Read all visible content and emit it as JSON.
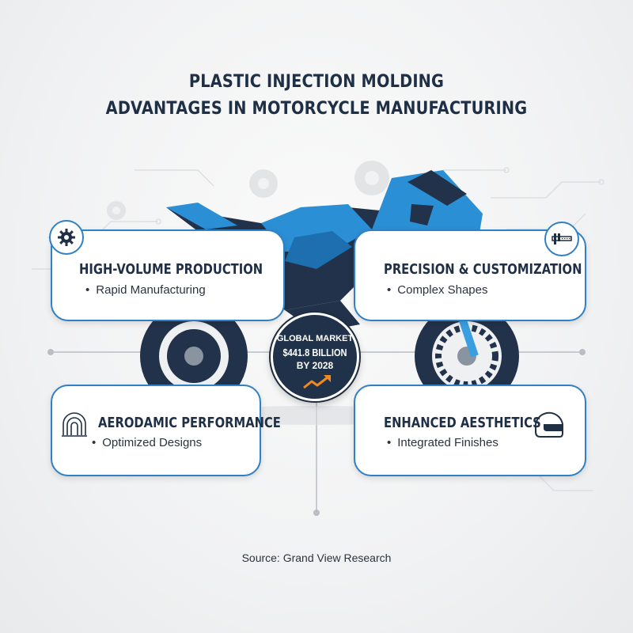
{
  "title": {
    "line1": "PLASTIC INJECTION MOLDING",
    "line2": "ADVANTAGES IN MOTORCYCLE MANUFACTURING"
  },
  "cards": [
    {
      "heading": "HIGH-VOLUME PRODUCTION",
      "bullet": "Rapid Manufacturing",
      "icon": "gear-icon"
    },
    {
      "heading": "PRECISION & CUSTOMIZATION",
      "bullet": "Complex Shapes",
      "icon": "caliper-icon"
    },
    {
      "heading": "AERODAMIC PERFORMANCE",
      "bullet": "Optimized Designs",
      "icon": "wind-tunnel-icon"
    },
    {
      "heading": "ENHANCED AESTHETICS",
      "bullet": "Integrated Finishes",
      "icon": "helmet-icon"
    }
  ],
  "market": {
    "line1": "GLOBAL MARKET",
    "line2": "$441.8 BILLION",
    "line3": "BY 2028",
    "icon": "trend-up-arrow-icon"
  },
  "source": "Source: Grand View Research",
  "colors": {
    "navy": "#1f2f45",
    "blue": "#2f80c4",
    "bike_blue": "#2b8fd6",
    "orange": "#f08a1c"
  }
}
